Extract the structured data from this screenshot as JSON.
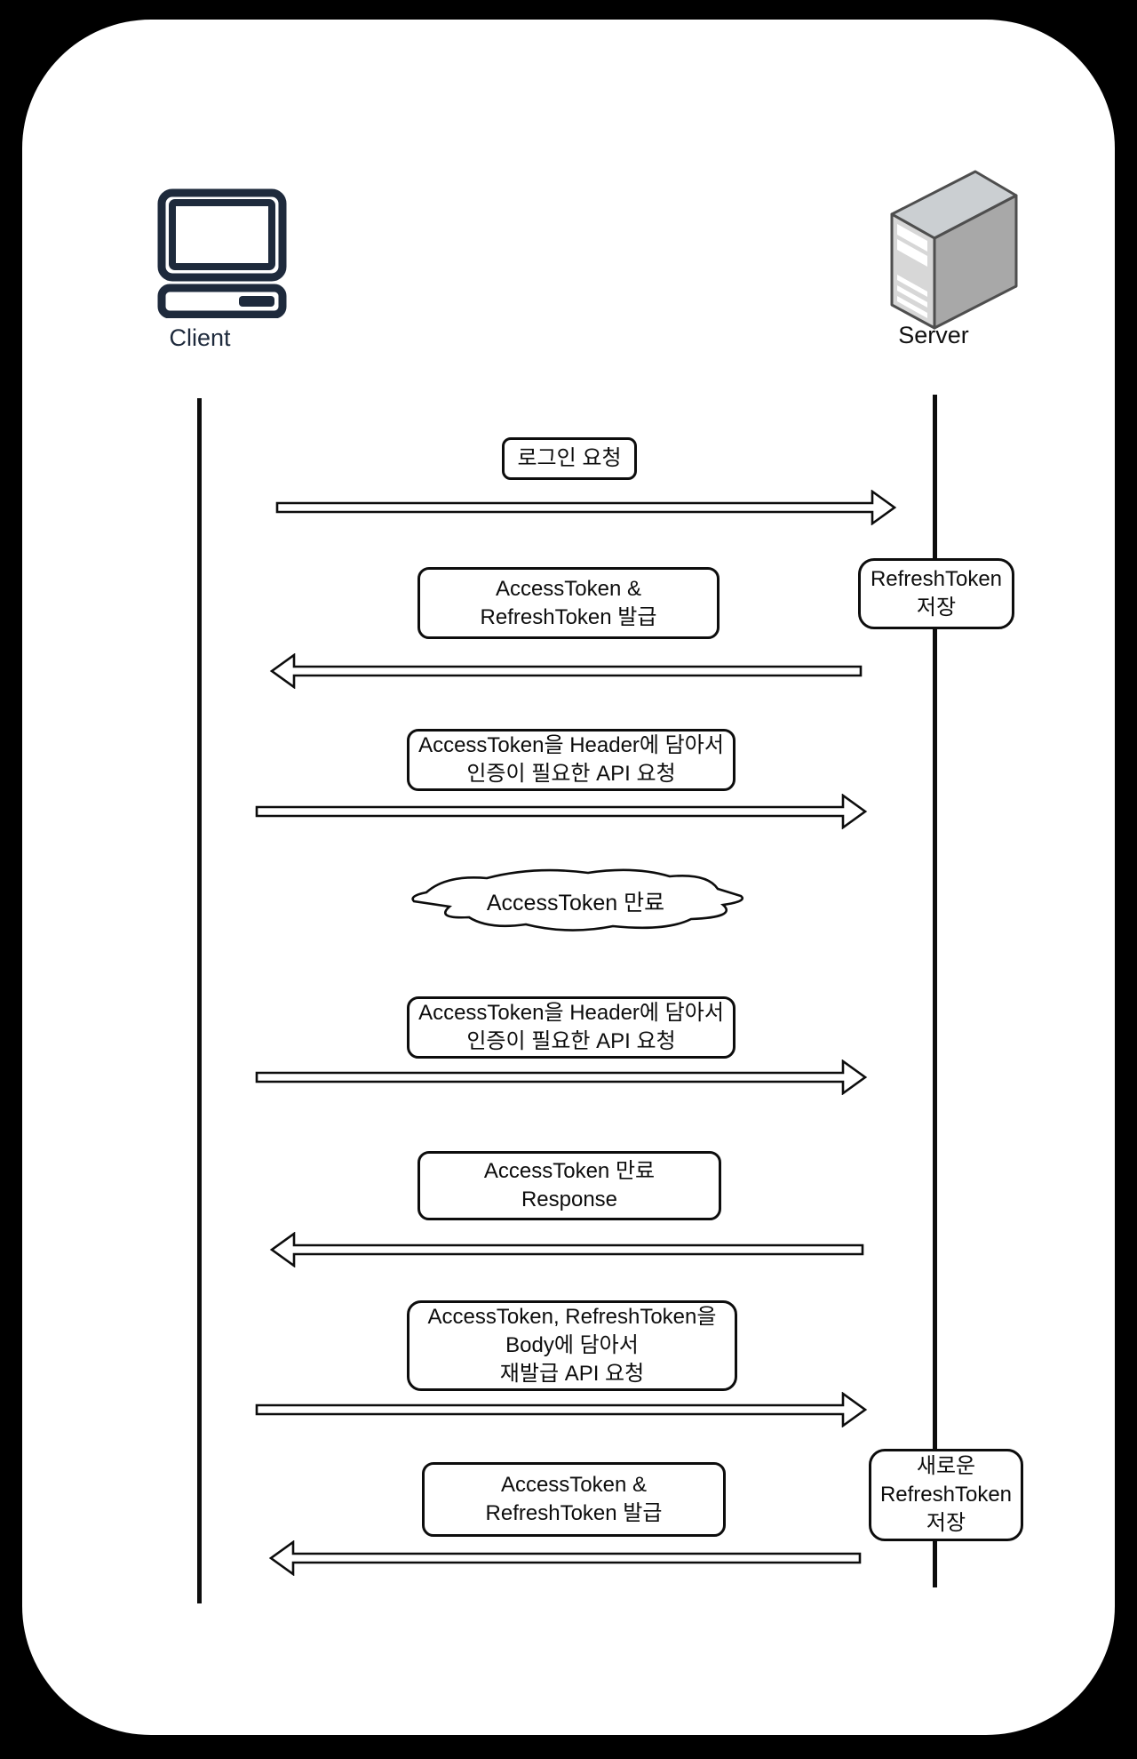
{
  "diagram_type": "sequence-diagram",
  "actors": {
    "client": {
      "label": "Client",
      "icon": "computer-icon"
    },
    "server": {
      "label": "Server",
      "icon": "server-icon"
    }
  },
  "messages": [
    {
      "from": "client",
      "to": "server",
      "direction": "right",
      "lines": [
        "로그인 요청"
      ]
    },
    {
      "from": "server",
      "to": "client",
      "direction": "left",
      "lines": [
        "AccessToken &",
        "RefreshToken 발급"
      ]
    },
    {
      "from": "client",
      "to": "server",
      "direction": "right",
      "lines": [
        "AccessToken을 Header에 담아서",
        "인증이 필요한 API 요청"
      ]
    },
    {
      "from": "client",
      "to": "server",
      "direction": "right",
      "lines": [
        "AccessToken을 Header에 담아서",
        "인증이 필요한 API 요청"
      ]
    },
    {
      "from": "server",
      "to": "client",
      "direction": "left",
      "lines": [
        "AccessToken 만료",
        "Response"
      ]
    },
    {
      "from": "client",
      "to": "server",
      "direction": "right",
      "lines": [
        "AccessToken, RefreshToken을",
        "Body에 담아서",
        "재발급 API 요청"
      ]
    },
    {
      "from": "server",
      "to": "client",
      "direction": "left",
      "lines": [
        "AccessToken &",
        "RefreshToken 발급"
      ]
    }
  ],
  "notes": [
    {
      "at": "server",
      "lines": [
        "RefreshToken",
        "저장"
      ]
    },
    {
      "at": "server",
      "lines": [
        "새로운",
        "RefreshToken",
        "저장"
      ]
    }
  ],
  "cloud_annotation": {
    "lines": [
      "AccessToken 만료"
    ]
  },
  "colors": {
    "background": "#000000",
    "card": "#ffffff",
    "line": "#0d0d0d",
    "client_icon": "#1e2a3c",
    "server_front": "#d7d7d7",
    "server_top": "#cbcfd2",
    "server_side": "#a8a8a8",
    "server_outline": "#4e4e4e"
  }
}
